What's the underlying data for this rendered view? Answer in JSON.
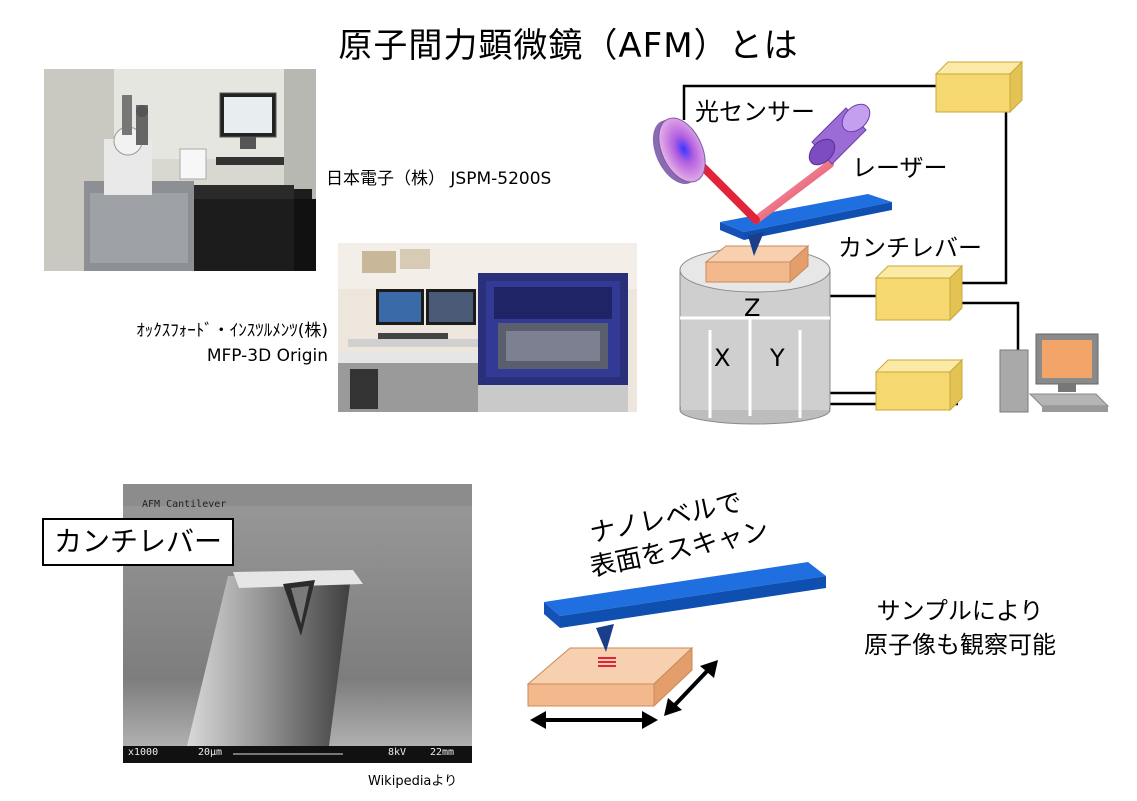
{
  "title": "原子間力顕微鏡（AFM）とは",
  "photos": {
    "jeol_caption": "日本電子（株） JSPM-5200S",
    "oxford_caption_line1": "ｵｯｸｽﾌｫｰﾄﾞ・ｲﾝｽﾂﾙﾒﾝﾂ(株)",
    "oxford_caption_line2": "MFP-3D Origin"
  },
  "diagram": {
    "light_sensor": "光センサー",
    "laser": "レーザー",
    "cantilever": "カンチレバー",
    "axis_z": "Z",
    "axis_x": "X",
    "axis_y": "Y"
  },
  "sem": {
    "label": "カンチレバー",
    "header": "AFM Cantilever",
    "footer_mag": "x1000",
    "footer_scale": "20μm",
    "footer_kv": "8kV",
    "footer_wd": "22mm",
    "credit": "Wikipediaより"
  },
  "scan": {
    "line1": "ナノレベルで",
    "line2": "表面をスキャン",
    "note_line1": "サンプルにより",
    "note_line2": "原子像も観察可能"
  },
  "colors": {
    "cantilever_blue": "#1f6fe0",
    "controller_yellow": "#f6d870",
    "sample_orange": "#f3b98c",
    "stage_gray": "#cfcfcf",
    "laser_red": "#e0253a",
    "lens_purple": "#9b6bd6"
  }
}
